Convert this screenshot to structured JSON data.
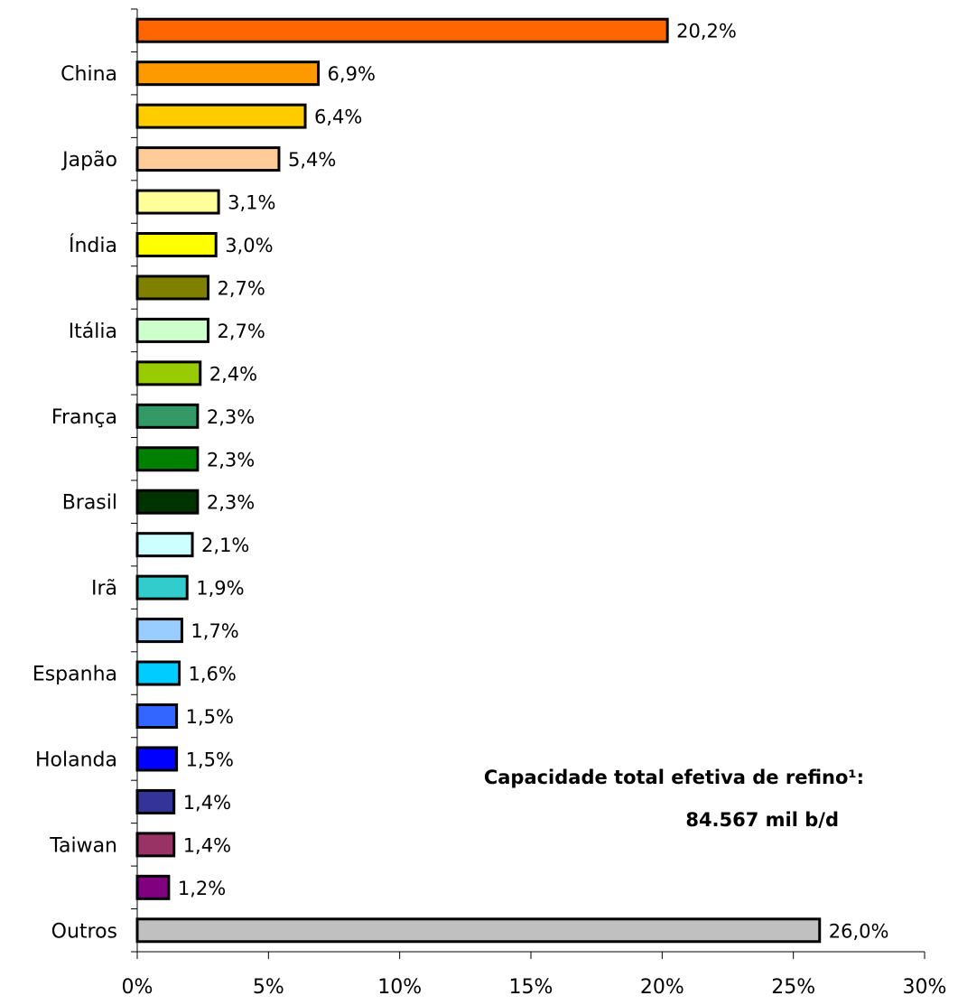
{
  "chart_data": {
    "type": "bar",
    "orientation": "horizontal",
    "categories": [
      "",
      "China",
      "",
      "Japão",
      "",
      "Índia",
      "",
      "Itália",
      "",
      "França",
      "",
      "Brasil",
      "",
      "Irã",
      "",
      "Espanha",
      "",
      "Holanda",
      "",
      "Taiwan",
      "",
      "Outros"
    ],
    "values": [
      20.2,
      6.9,
      6.4,
      5.4,
      3.1,
      3.0,
      2.7,
      2.7,
      2.4,
      2.3,
      2.3,
      2.3,
      2.1,
      1.9,
      1.7,
      1.6,
      1.5,
      1.5,
      1.4,
      1.4,
      1.2,
      26.0
    ],
    "value_labels": [
      "20,2%",
      "6,9%",
      "6,4%",
      "5,4%",
      "3,1%",
      "3,0%",
      "2,7%",
      "2,7%",
      "2,4%",
      "2,3%",
      "2,3%",
      "2,3%",
      "2,1%",
      "1,9%",
      "1,7%",
      "1,6%",
      "1,5%",
      "1,5%",
      "1,4%",
      "1,4%",
      "1,2%",
      "26,0%"
    ],
    "colors": [
      "#ff6600",
      "#ff9900",
      "#ffcc00",
      "#ffcc99",
      "#ffff99",
      "#ffff00",
      "#808000",
      "#ccffcc",
      "#99cc00",
      "#339966",
      "#008000",
      "#003300",
      "#ccffff",
      "#33cccc",
      "#99ccff",
      "#00ccff",
      "#3366ff",
      "#0000ff",
      "#333399",
      "#993366",
      "#800080",
      "#c0c0c0"
    ],
    "xlim": [
      0,
      30
    ],
    "xticks": [
      0,
      5,
      10,
      15,
      20,
      25,
      30
    ],
    "xtick_labels": [
      "0%",
      "5%",
      "10%",
      "15%",
      "20%",
      "25%",
      "30%"
    ],
    "grid": false,
    "annotation": {
      "line1": "Capacidade total efetiva de refino¹:",
      "line2": "84.567 mil b/d"
    }
  }
}
